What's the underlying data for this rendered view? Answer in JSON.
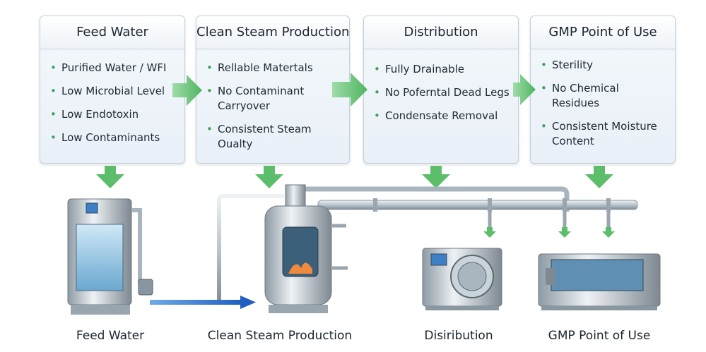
{
  "cards": [
    {
      "title": "Feed Water",
      "items": [
        "Purified Water / WFI",
        "Low Microbial Level",
        "Low Endotoxin",
        "Low Contaminants"
      ]
    },
    {
      "title": "Clean Steam Production",
      "items": [
        "Rellable Matertals",
        "No Contaminant Carryover",
        "Consistent Steam Oualty"
      ]
    },
    {
      "title": "Distribution",
      "items": [
        "Fully Drainable",
        "No Poferntal Dead Legs",
        "Condensate Removal"
      ]
    },
    {
      "title": "GMP Point of Use",
      "items": [
        "Sterility",
        "No Chemical Residues",
        "Consistent Moisture Content"
      ]
    }
  ],
  "bottom_labels": [
    "Feed Water",
    "Clean Steam Production",
    "Disiribution",
    "GMP Point of Use"
  ],
  "colors": {
    "arrow_green": "#5cbd6a",
    "flow_blue": "#2f78d6",
    "pipe": "#b7c2cb"
  }
}
